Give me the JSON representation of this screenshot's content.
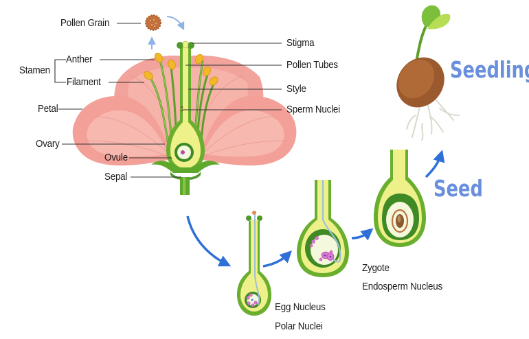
{
  "title": "Flower fertilization and seed development",
  "labels": {
    "pollen_grain": "Pollen Grain",
    "stamen": "Stamen",
    "anther": "Anther",
    "filament": "Filament",
    "petal": "Petal",
    "ovary": "Ovary",
    "ovule": "Ovule",
    "sepal": "Sepal",
    "stigma": "Stigma",
    "pollen_tubes": "Pollen Tubes",
    "style": "Style",
    "sperm_nuclei": "Sperm Nuclei",
    "egg_nucleus": "Egg Nucleus",
    "polar_nuclei": "Polar Nuclei",
    "zygote": "Zygote",
    "endosperm_nucleus": "Endosperm Nucleus"
  },
  "stages": {
    "seed": "Seed",
    "seedling": "Seedling"
  },
  "colors": {
    "petal": "#f4a7a0",
    "petal_light": "#f9c9c2",
    "green_dark": "#4f9a2a",
    "green": "#7cbf3a",
    "yellow": "#eef08a",
    "anther": "#f2b82a",
    "arrow": "#2f6fd8",
    "arrow_light": "#8fb3e8",
    "stage_text": "#6a8fdc",
    "seed_brown": "#9b5a2e",
    "pollen": "#c2703c",
    "nucleus": "#c84cc0"
  }
}
